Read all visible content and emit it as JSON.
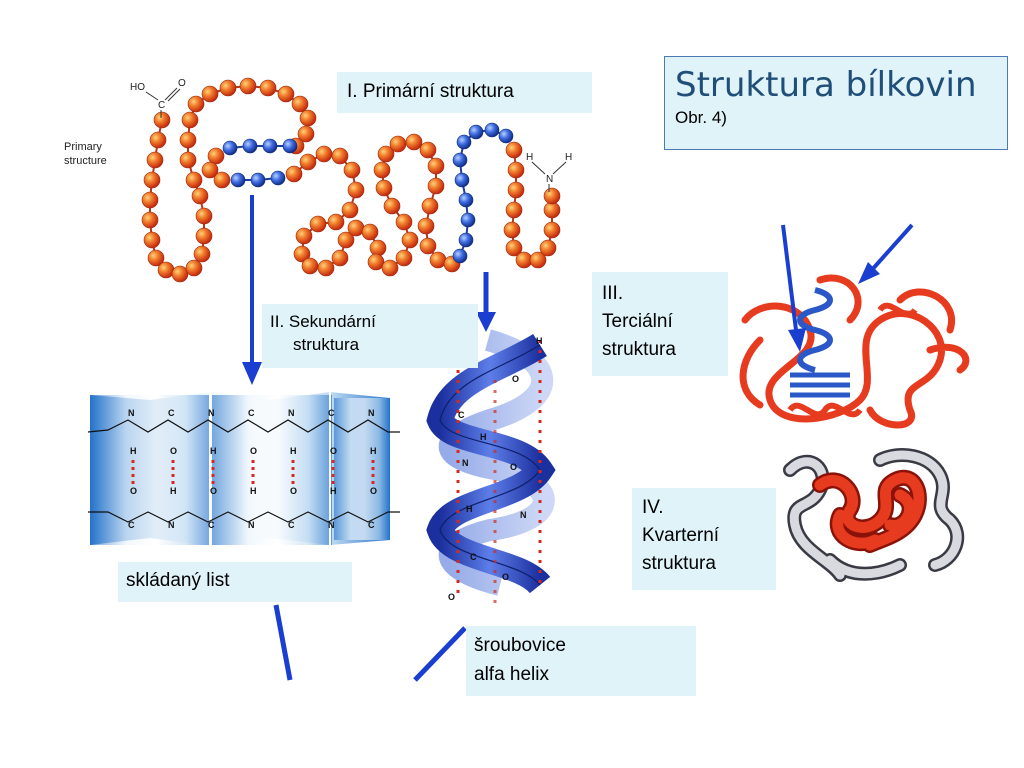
{
  "slide": {
    "title": "Struktura bílkovin",
    "subtitle": "Obr. 4)"
  },
  "labels": {
    "primary": "I. Primární struktura",
    "secondary_line1": "II. Sekundární",
    "secondary_line2": "struktura",
    "tertiary_line1": "III.",
    "tertiary_line2": "Terciální",
    "tertiary_line3": "struktura",
    "quaternary_line1": "IV.",
    "quaternary_line2": "Kvarterní",
    "quaternary_line3": "struktura",
    "sheet": "skládaný list",
    "helix_line1": "šroubovice",
    "helix_line2": "alfa helix"
  },
  "figure": {
    "primary_caption_line1": "Primary",
    "primary_caption_line2": "structure",
    "carboxyl_ho": "HO",
    "carboxyl_c": "C",
    "carboxyl_o": "O",
    "amino_h1": "H",
    "amino_h2": "H",
    "amino_n": "N"
  },
  "colors": {
    "bead_red": "#e8542a",
    "bead_orange": "#f0a030",
    "bead_blue": "#2a58c8",
    "arrow_blue": "#1a3fd0",
    "label_bg": "#dff3f8",
    "title_color": "#1f4e79",
    "tertiary_red": "#e63b1e",
    "quaternary_gray": "#c7c9cf"
  }
}
